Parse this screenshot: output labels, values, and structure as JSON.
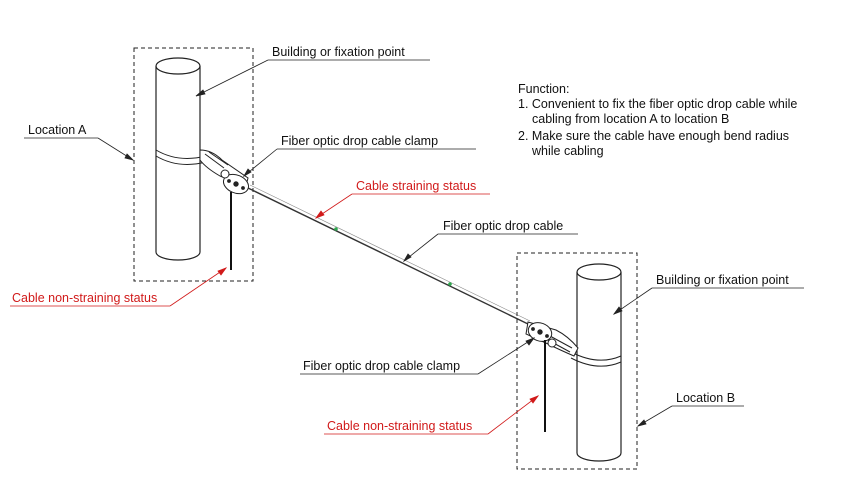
{
  "labels": {
    "building_a": "Building or fixation point",
    "location_a": "Location A",
    "clamp_a": "Fiber optic drop cable clamp",
    "straining": "Cable straining status",
    "drop_cable": "Fiber optic drop cable",
    "nonstrain_a": "Cable non-straining status",
    "building_b": "Building or fixation point",
    "clamp_b": "Fiber optic drop cable clamp",
    "location_b": "Location B",
    "nonstrain_b": "Cable non-straining status"
  },
  "function": {
    "title": "Function:",
    "item1_line1": "1. Convenient to fix the fiber optic drop cable while",
    "item1_line2": "cabling from location A to location B",
    "item2_line1": "2. Make sure the cable have enough bend radius",
    "item2_line2": "while cabling"
  },
  "colors": {
    "accent_red": "#d11a1a",
    "cable_marker_green": "#2fa84f"
  }
}
